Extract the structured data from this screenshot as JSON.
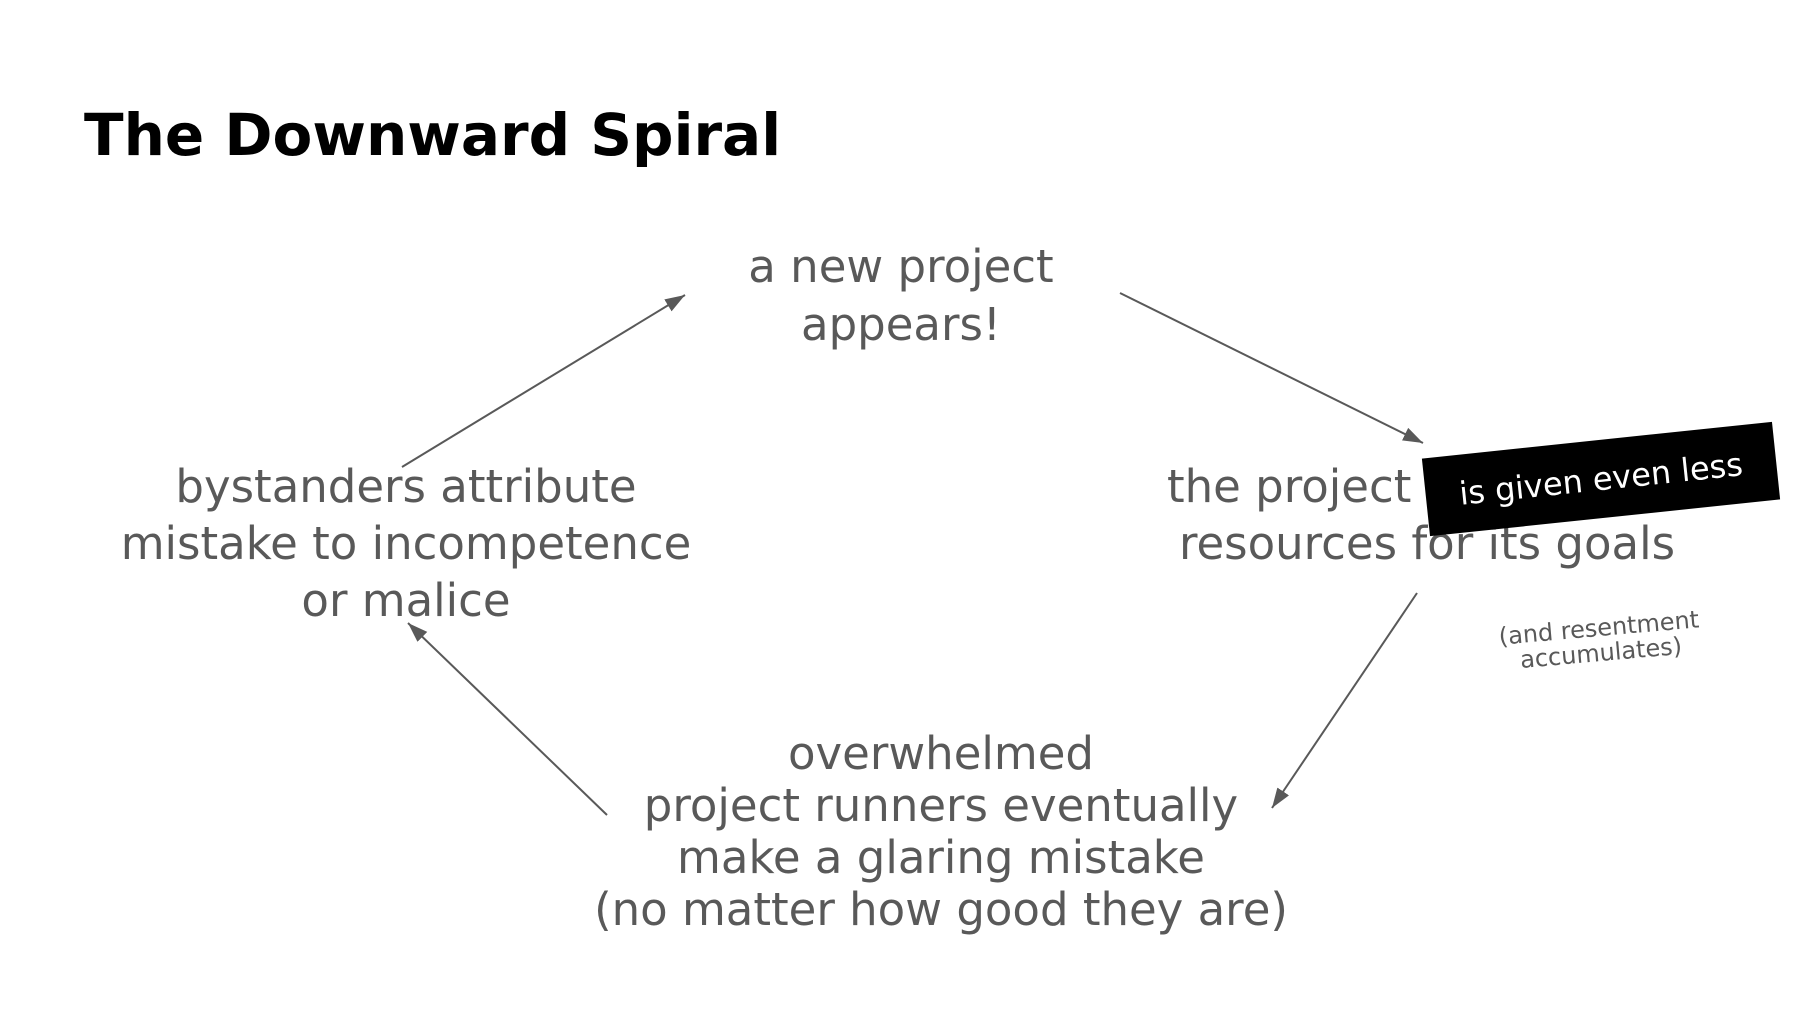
{
  "title": "The Downward Spiral",
  "nodes": {
    "top": {
      "lines": [
        "a new project",
        "appears!"
      ]
    },
    "right": {
      "line1": "the project",
      "line2": "resources for its goals",
      "redaction": "is given even less"
    },
    "side_note": {
      "lines": [
        "(and resentment",
        "accumulates)"
      ]
    },
    "bottom": {
      "lines": [
        "overwhelmed",
        "project runners eventually",
        "make a glaring mistake",
        "(no matter how good they are)"
      ]
    },
    "left": {
      "lines": [
        "bystanders attribute",
        "mistake to incompetence",
        "or malice"
      ]
    }
  },
  "edges": [
    {
      "from": "left-node",
      "to": "top-node"
    },
    {
      "from": "top-node",
      "to": "right-node"
    },
    {
      "from": "right-node",
      "to": "bottom-node"
    },
    {
      "from": "bottom-node",
      "to": "left-node"
    }
  ],
  "colors": {
    "background": "#ffffff",
    "title_text": "#000000",
    "node_text": "#595959",
    "arrow": "#595959",
    "redaction_bg": "#000000",
    "redaction_text": "#ffffff"
  }
}
